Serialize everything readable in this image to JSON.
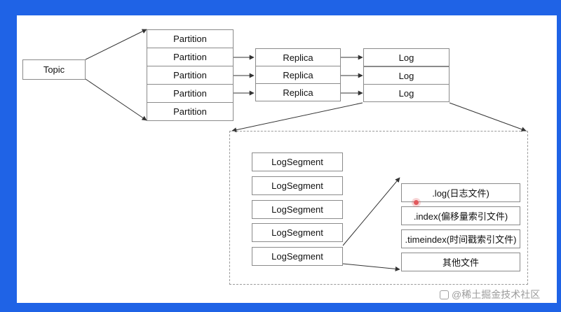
{
  "diagram": {
    "topic_label": "Topic",
    "partitions": [
      "Partition",
      "Partition",
      "Partition",
      "Partition",
      "Partition"
    ],
    "replicas": [
      "Replica",
      "Replica",
      "Replica"
    ],
    "logs": [
      "Log",
      "Log",
      "Log"
    ],
    "segments": [
      "LogSegment",
      "LogSegment",
      "LogSegment",
      "LogSegment",
      "LogSegment"
    ],
    "files": [
      ".log(日志文件)",
      ".index(偏移量索引文件)",
      ".timeindex(时间戳索引文件)",
      "其他文件"
    ]
  },
  "watermark": {
    "text": "@稀土掘金技术社区",
    "icon": "juejin-logo-icon"
  },
  "colors": {
    "frame": "#1f63e6",
    "box_border": "#8a8a8a",
    "line": "#333333",
    "cursor": "#e2585c"
  }
}
